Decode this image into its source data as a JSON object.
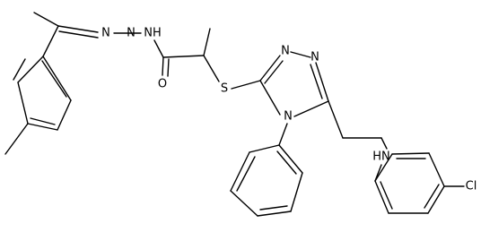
{
  "atoms": {
    "n_hydrazone": "N",
    "n_hydrazide": "N",
    "nh_amide": "NH",
    "o_carbonyl": "O",
    "s_thioether": "S",
    "n_triazole_2": "N",
    "n_triazole_3": "N",
    "n_triazole_4": "N",
    "nh_amine": "HN",
    "cl": "Cl"
  }
}
